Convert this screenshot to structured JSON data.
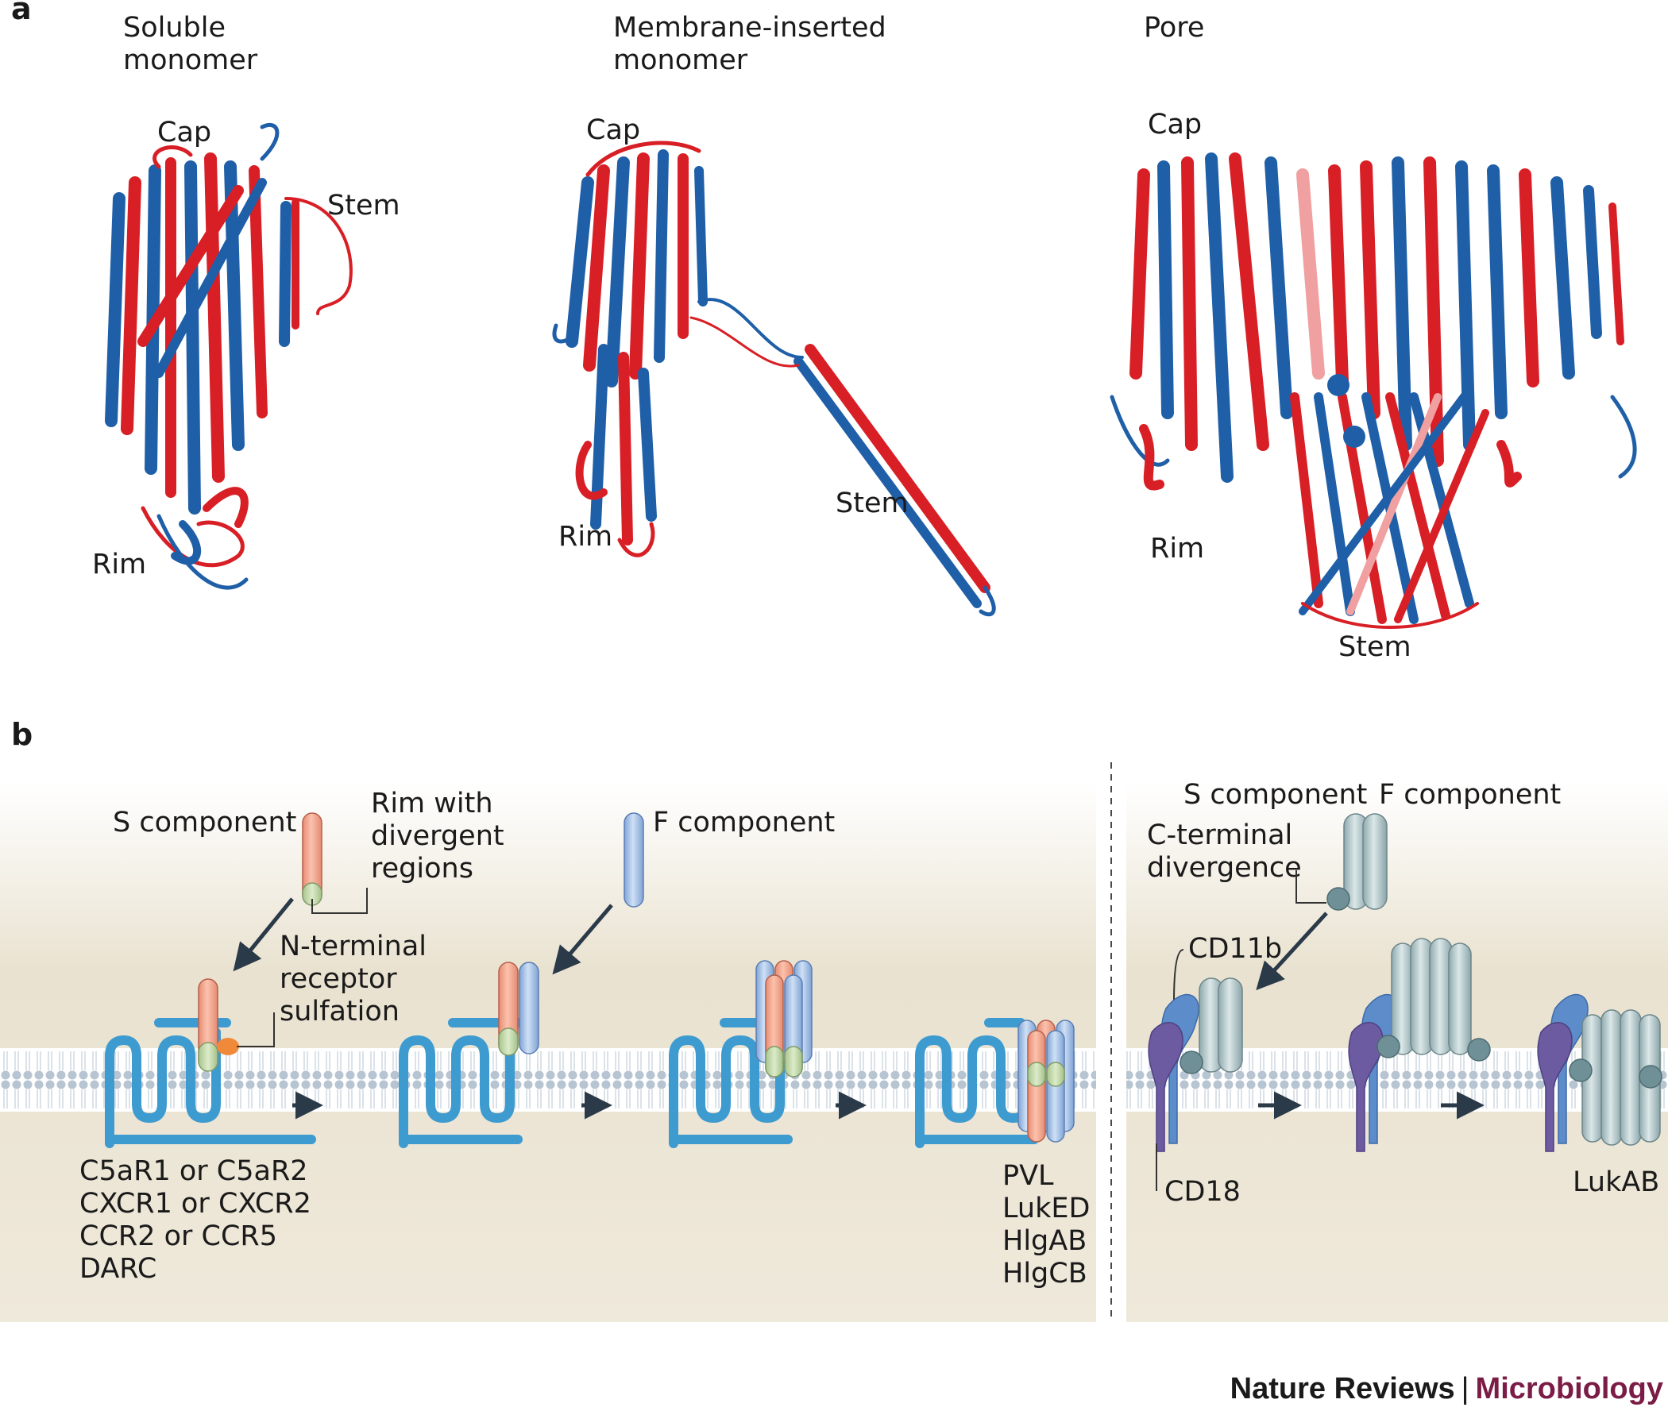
{
  "panel_a": {
    "letter": "a",
    "soluble": {
      "title_1": "Soluble",
      "title_2": "monomer",
      "cap": "Cap",
      "stem": "Stem",
      "rim": "Rim"
    },
    "inserted": {
      "title_1": "Membrane-inserted",
      "title_2": "monomer",
      "cap": "Cap",
      "rim": "Rim",
      "stem": "Stem"
    },
    "pore": {
      "title": "Pore",
      "cap": "Cap",
      "rim": "Rim",
      "stem": "Stem"
    }
  },
  "panel_b": {
    "letter": "b",
    "s_component": "S component",
    "rim_1": "Rim with",
    "rim_2": "divergent",
    "rim_3": "regions",
    "f_component": "F component",
    "nterm_1": "N-terminal",
    "nterm_2": "receptor",
    "nterm_3": "sulfation",
    "receptors": [
      "C5aR1 or C5aR2",
      "CXCR1 or CXCR2",
      "CCR2 or CCR5",
      "DARC"
    ],
    "toxins": [
      "PVL",
      "LukED",
      "HlgAB",
      "HlgCB"
    ],
    "right_s": "S component",
    "right_f": "F component",
    "cterm_1": "C-terminal",
    "cterm_2": "divergence",
    "cd11b": "CD11b",
    "cd18": "CD18",
    "lukab": "LukAB"
  },
  "credit": {
    "journal": "Nature Reviews",
    "separator": "|",
    "section": "Microbiology"
  },
  "colors": {
    "red": "#d81f26",
    "blue": "#1f5fa8",
    "membrane": "#b9c8d6",
    "background_tan": "#e6dfcc",
    "s_component": "#f0a48c",
    "f_component": "#9fbde3",
    "teal": "#a9c0c4",
    "receptor": "#3d9bd0"
  }
}
